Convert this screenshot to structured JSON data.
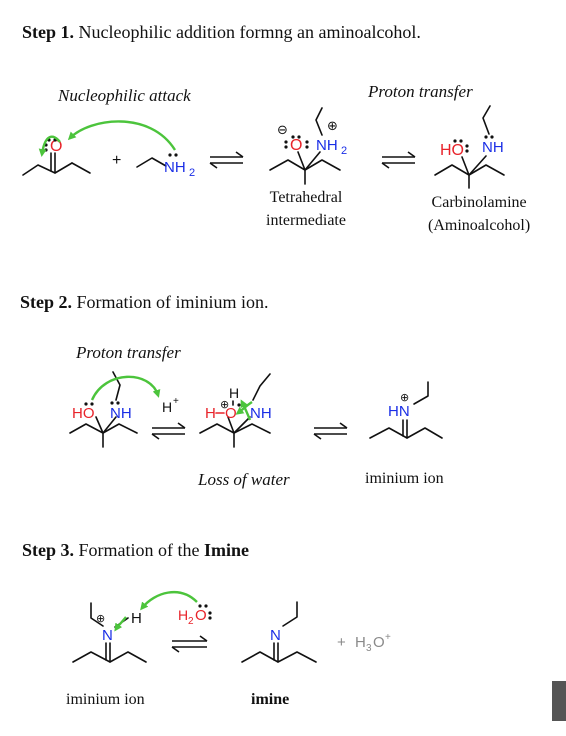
{
  "step1": {
    "title_bold": "Step 1.",
    "title_rest": " Nucleophilic addition formng an aminoalcohol.",
    "arrow_label_1": "Nucleophilic attack",
    "arrow_label_2": "Proton transfer",
    "intermediate_label_line1": "Tetrahedral",
    "intermediate_label_line2": "intermediate",
    "product_label_line1": "Carbinolamine",
    "product_label_line2": "(Aminoalcohol)"
  },
  "step2": {
    "title_bold": "Step 2.",
    "title_rest": " Formation of iminium ion.",
    "arrow_label_1": "Proton transfer",
    "arrow_label_2": "Loss of water",
    "product_label": "iminium ion"
  },
  "step3": {
    "title_bold": "Step 3.",
    "title_rest": " Formation of the ",
    "title_bold_end": "Imine",
    "reactant_label": "iminium ion",
    "product_label": "imine"
  },
  "atoms": {
    "oxygen": "O",
    "nh2": "NH",
    "sub2": "2",
    "nh": "NH",
    "hn": "HN",
    "ho": "HO",
    "h": "H",
    "n": "N",
    "plus": "+",
    "h_plus": "H",
    "plus_sup": "+",
    "h2o": "H",
    "o_water": "O",
    "h3o": "H",
    "sub3": "3",
    "o_hydronium": "O",
    "minus": "⊖",
    "circ_plus": "⊕"
  },
  "colors": {
    "oxygen": "#e8232a",
    "nitrogen": "#1a2ee6",
    "curved_arrow": "#4cc43c",
    "byproduct": "#8a8a8a"
  }
}
